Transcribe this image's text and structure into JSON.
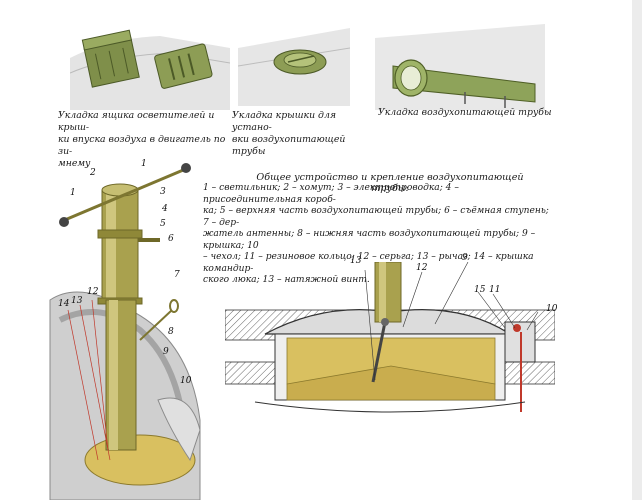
{
  "captions": {
    "top_left": "Укладка ящика осветителей и крыш-\nки впуска воздуха в двигатель по зи-\nмнему",
    "top_middle": "Укладка крышки для устано-\nвки воздухопитающей трубы",
    "top_right": "Укладка воздухопитающей трубы"
  },
  "diagram_title": "Общее устройство и крепление воздухопитающей трубы:",
  "legend": "1 – светильник; 2 – хомут; 3 – электропроводка; 4 – присоединительная короб-\nка; 5 – верхняя часть воздухопитающей трубы; 6 – съёмная ступень; 7 – дер-\nжатель антенны; 8 – нижняя часть воздухопитающей трубы; 9 – крышка; 10\n– чехол; 11 – резиновое кольцо; 12 – серьга; 13 – рычаг; 14 – крышка командир-\nского люка; 13 – натяжной винт.",
  "callouts_left": [
    "1",
    "2",
    "1",
    "3",
    "4",
    "5",
    "6",
    "7",
    "8",
    "9",
    "10",
    "12",
    "13",
    "14"
  ],
  "callouts_right": [
    "13",
    "12",
    "9",
    "15",
    "11",
    "10"
  ],
  "colors": {
    "pipe_olive": "#a9a14e",
    "pipe_dark": "#7d7631",
    "pipe_light": "#d7d088",
    "green": "#8ea35a",
    "grey": "#b8b8b8",
    "hatch_yellow": "#d9c060"
  }
}
